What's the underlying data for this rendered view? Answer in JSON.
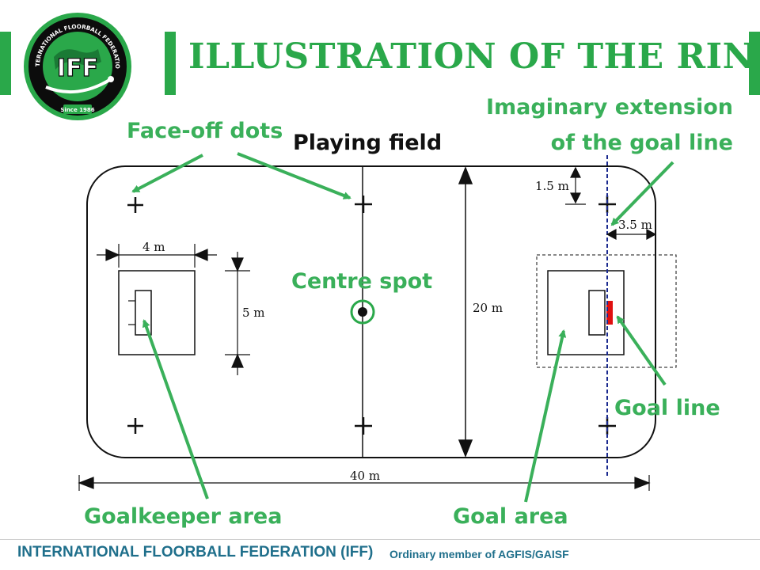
{
  "title": "ILLUSTRATION OF THE RINK",
  "logo": {
    "ring_text": "INTERNATIONAL FLOORBALL FEDERATION",
    "monogram": "IFF",
    "since": "Since 1986"
  },
  "labels": {
    "face_off_dots": "Face-off dots",
    "playing_field": "Playing field",
    "imaginary_line_1": "Imaginary extension",
    "imaginary_line_2": "of the goal line",
    "centre_spot": "Centre spot",
    "goal_line": "Goal line",
    "goalkeeper_area": "Goalkeeper area",
    "goal_area": "Goal area"
  },
  "measurements": {
    "goal_area_width": "4  m",
    "goal_area_depth": "5  m",
    "rink_width": "20 m",
    "rink_length": "40 m",
    "goal_line_from_end": "3.5 m",
    "face_off_from_side": "1.5 m"
  },
  "footer": {
    "organization": "INTERNATIONAL FLOORBALL FEDERATION (IFF)",
    "membership": "Ordinary member of AGFIS/GAISF"
  },
  "colors": {
    "accent_green": "#2aa84a",
    "label_green": "#3ab05a",
    "footer_blue": "#1f6f8b",
    "goal_red": "#e01010",
    "imaginary_line_blue": "#1b2a8f"
  }
}
